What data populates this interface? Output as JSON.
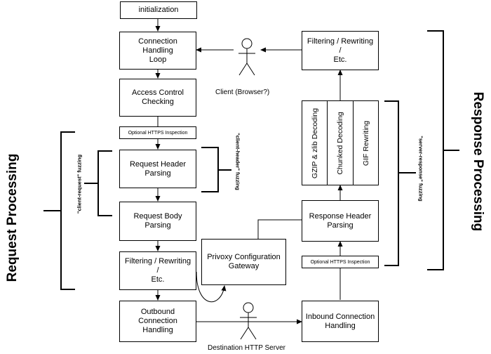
{
  "boxes": {
    "initialization": "initialization",
    "connection_loop": "Connection Handling\nLoop",
    "access_control": "Access Control\nChecking",
    "https_inspection_request": "Optional HTTPS Inspection",
    "request_header": "Request Header\nParsing",
    "request_body": "Request Body\nParsing",
    "filtering_request": "Filtering / Rewriting /\nEtc.",
    "outbound": "Outbound Connection\nHandling",
    "config_gateway": "Privoxy Configuration\nGateway",
    "filtering_response": "Filtering / Rewriting /\nEtc.",
    "gzip": "GZIP & zlib Decoding",
    "chunked": "Chunked Decoding",
    "gif": "GIF Rewriting",
    "response_header": "Response Header\nParsing",
    "https_inspection_response": "Optional HTTPS Inspection",
    "inbound": "Inbound Connection\nHandling"
  },
  "actors": {
    "client": "Client (Browser?)",
    "server": "Destination HTTP Server"
  },
  "labels": {
    "request_processing": "Request Processing",
    "response_processing": "Response Processing",
    "client_request_fuzzing": "\"client-request\" fuzzing",
    "client_header_fuzzing": "\"client-header\" fuzzing",
    "server_response_fuzzing": "\"server-response\" fuzzing"
  }
}
